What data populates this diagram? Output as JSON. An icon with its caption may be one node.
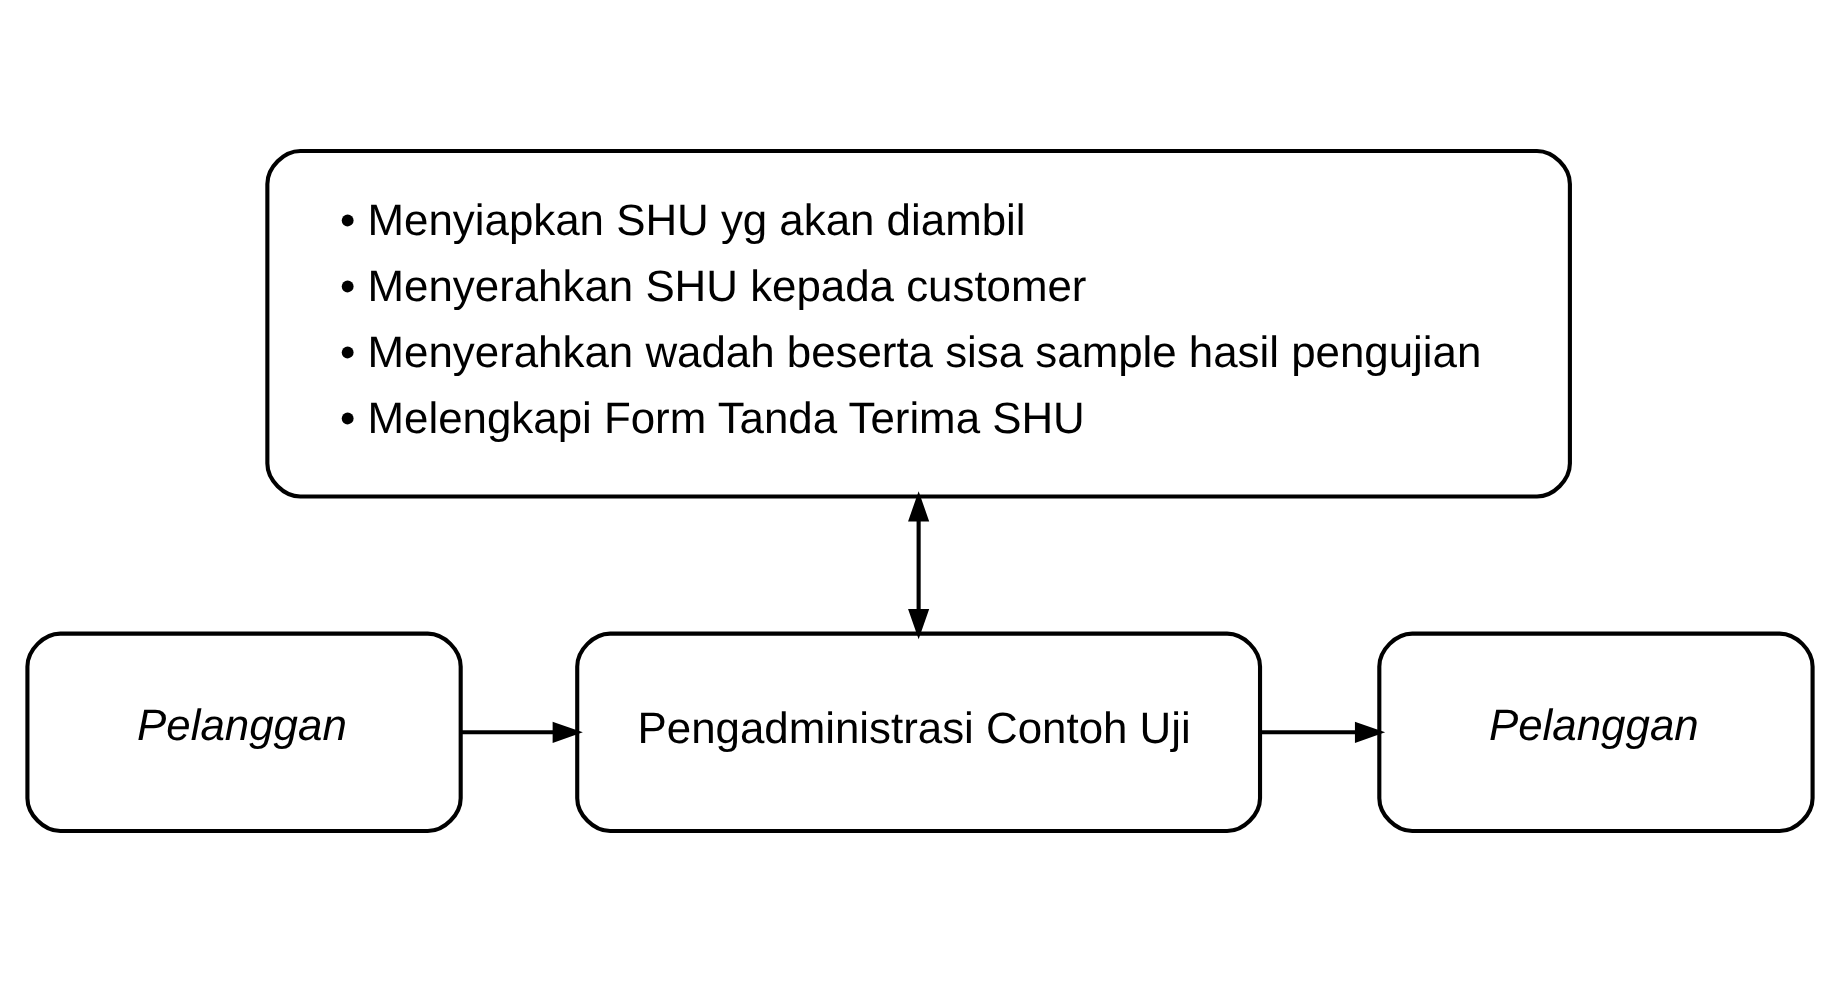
{
  "diagram": {
    "nodes": [
      {
        "text": [
          "• Menyiapkan SHU yg akan diambil",
          "• Menyerahkan SHU kepada customer",
          "• Menyerahkan wadah beserta sisa sample hasil pengujian",
          "• Melengkapi Form Tanda Terima SHU"
        ]
      },
      {
        "text": [
          "Pelanggan"
        ]
      },
      {
        "text": [
          "Pengadministrasi Contoh Uji"
        ]
      },
      {
        "text": [
          "Pelanggan"
        ]
      }
    ],
    "edges": [
      {
        "from": 0,
        "to": 2,
        "arrow": "both"
      },
      {
        "from": 1,
        "to": 2,
        "arrow": "to"
      },
      {
        "from": 2,
        "to": 3,
        "arrow": "to"
      }
    ]
  }
}
